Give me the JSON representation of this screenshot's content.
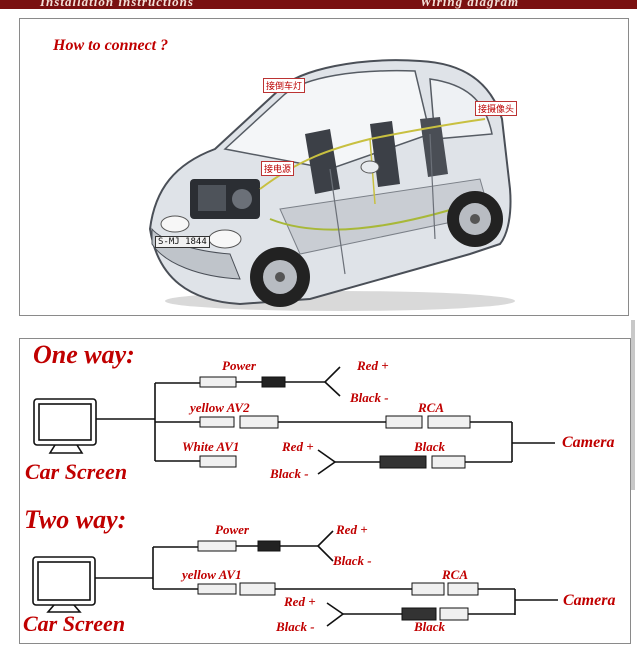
{
  "header": {
    "text_left": "Installation instructions",
    "text_right": "Wiring diagram"
  },
  "photo_panel": {
    "title": "How to connect ?",
    "labels": [
      "接倒车灯",
      "接电源",
      "接摄像头"
    ],
    "plate": "S-MJ 1844"
  },
  "one_way": {
    "title": "One way:",
    "screen_label": "Car Screen",
    "power": "Power",
    "red_plus": "Red +",
    "black_minus": "Black -",
    "yellow": "yellow AV2",
    "rca": "RCA",
    "white": "White AV1",
    "red_plus_2": "Red +",
    "black_minus_2": "Black -",
    "black": "Black",
    "camera": "Camera"
  },
  "two_way": {
    "title": "Two way:",
    "screen_label": "Car Screen",
    "power": "Power",
    "red_plus": "Red +",
    "black_minus": "Black -",
    "yellow": "yellow AV1",
    "rca": "RCA",
    "red_plus_2": "Red +",
    "black_minus_2": "Black -",
    "black": "Black",
    "camera": "Camera"
  },
  "colors": {
    "accent_red": "#c00000",
    "header_bar": "#7a1010",
    "wire": "#111111"
  }
}
